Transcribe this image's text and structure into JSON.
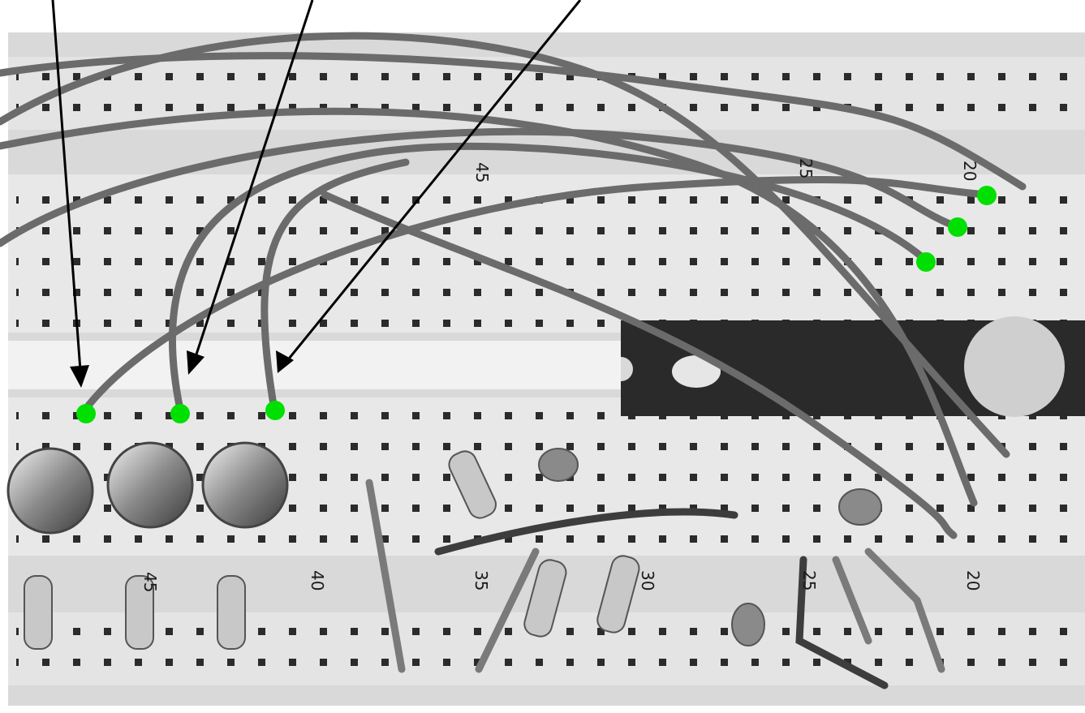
{
  "scene": {
    "subject": "breadboard circuit with LEDs, resistors, capacitors, IC chip and jumper wires",
    "style": "grayscale photograph",
    "colors": {
      "board": "#d9d9d9",
      "board_light": "#eeeeee",
      "hole": "#2b2b2b",
      "wire": "#6b6b6b",
      "wire_dark": "#3d3d3d",
      "chip": "#2a2a2a",
      "marker": "#00e000",
      "arrow": "#000000"
    }
  },
  "labels": {
    "row_numbers": [
      "45",
      "40",
      "35",
      "30",
      "25",
      "20"
    ],
    "top_numbers": [
      "45",
      "25",
      "20"
    ]
  },
  "markers": {
    "count": 6,
    "left_group": 3,
    "right_group": 3
  },
  "arrows": {
    "count": 3
  }
}
